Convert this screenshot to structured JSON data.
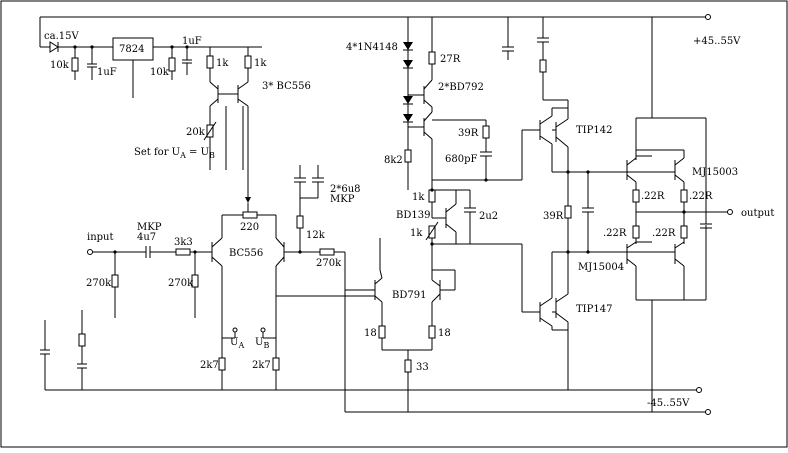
{
  "supply": {
    "ca15v": "ca.15V",
    "pos": "+45..55V",
    "neg": "-45..55V"
  },
  "regulator": {
    "chip": "7824",
    "r_in": "10k",
    "c_in": "1uF",
    "c_out": "1uF",
    "r_out": "10k"
  },
  "current_mirror": {
    "r1": "1k",
    "r2": "1k",
    "transistors": "3* BC556",
    "trim": "20k",
    "set_note_prefix": "Set for U",
    "set_note_a": "A",
    "set_note_eq": " = U",
    "set_note_b": "B"
  },
  "input_stage": {
    "input_label": "input",
    "cap_type": "MKP",
    "cap_value": "4u7",
    "r_series": "3k3",
    "r_in_gnd": "270k",
    "r_bias": "270k",
    "tail_trim": "220",
    "pair": "BC556",
    "feedback_r": "12k",
    "feedback_r2": "270k",
    "fb_caps": "2*6u8",
    "fb_caps_type": "MKP",
    "ua_label": "U",
    "ua_sub": "A",
    "ub_label": "U",
    "ub_sub": "B",
    "r_ua": "2k7",
    "r_ub": "2k7"
  },
  "vas": {
    "diodes": "4*1N4148",
    "r_27": "27R",
    "bd792": "2*BD792",
    "r_39": "39R",
    "c_680": "680pF",
    "r_8k2": "8k2",
    "r_1k_a": "1k",
    "bd139": "BD139",
    "r_1k_b": "1k",
    "c_2u2": "2u2",
    "bd791": "BD791",
    "r_18a": "18",
    "r_18b": "18",
    "r_33": "33"
  },
  "output": {
    "tip142": "TIP142",
    "tip147": "TIP147",
    "r_39": "39R",
    "mj15003": "MJ15003",
    "mj15004": "MJ15004",
    "re1": ".22R",
    "re2": ".22R",
    "re3": ".22R",
    "re4": ".22R",
    "output_label": "output"
  }
}
